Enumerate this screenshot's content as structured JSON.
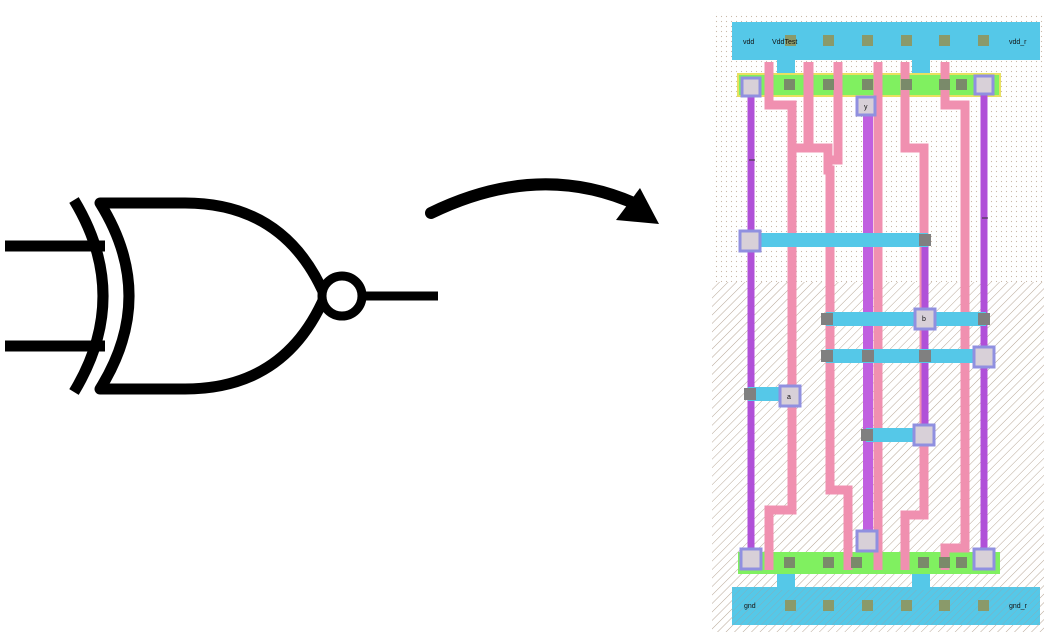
{
  "symbol": {
    "name": "XNOR gate",
    "icon": "xnor-gate-icon"
  },
  "arrow": {
    "icon": "curved-arrow-icon"
  },
  "layout": {
    "rail_labels": {
      "vdd_left": "vdd",
      "vdd_center": "VddTest",
      "vdd_right": "vdd_r",
      "gnd_left": "gnd",
      "gnd_right": "gnd_r"
    },
    "pin_labels": {
      "y": "y",
      "a": "a",
      "b": "b"
    },
    "colors": {
      "metal1": "#55c8e8",
      "metal2": "#c060e0",
      "poly": "#f090b0",
      "diffusion": "#80f060",
      "contact": "#808080",
      "via": "#9090e0",
      "pwell_hatch": "#b0a090",
      "nwell_dots": "#c8b8a8"
    }
  }
}
